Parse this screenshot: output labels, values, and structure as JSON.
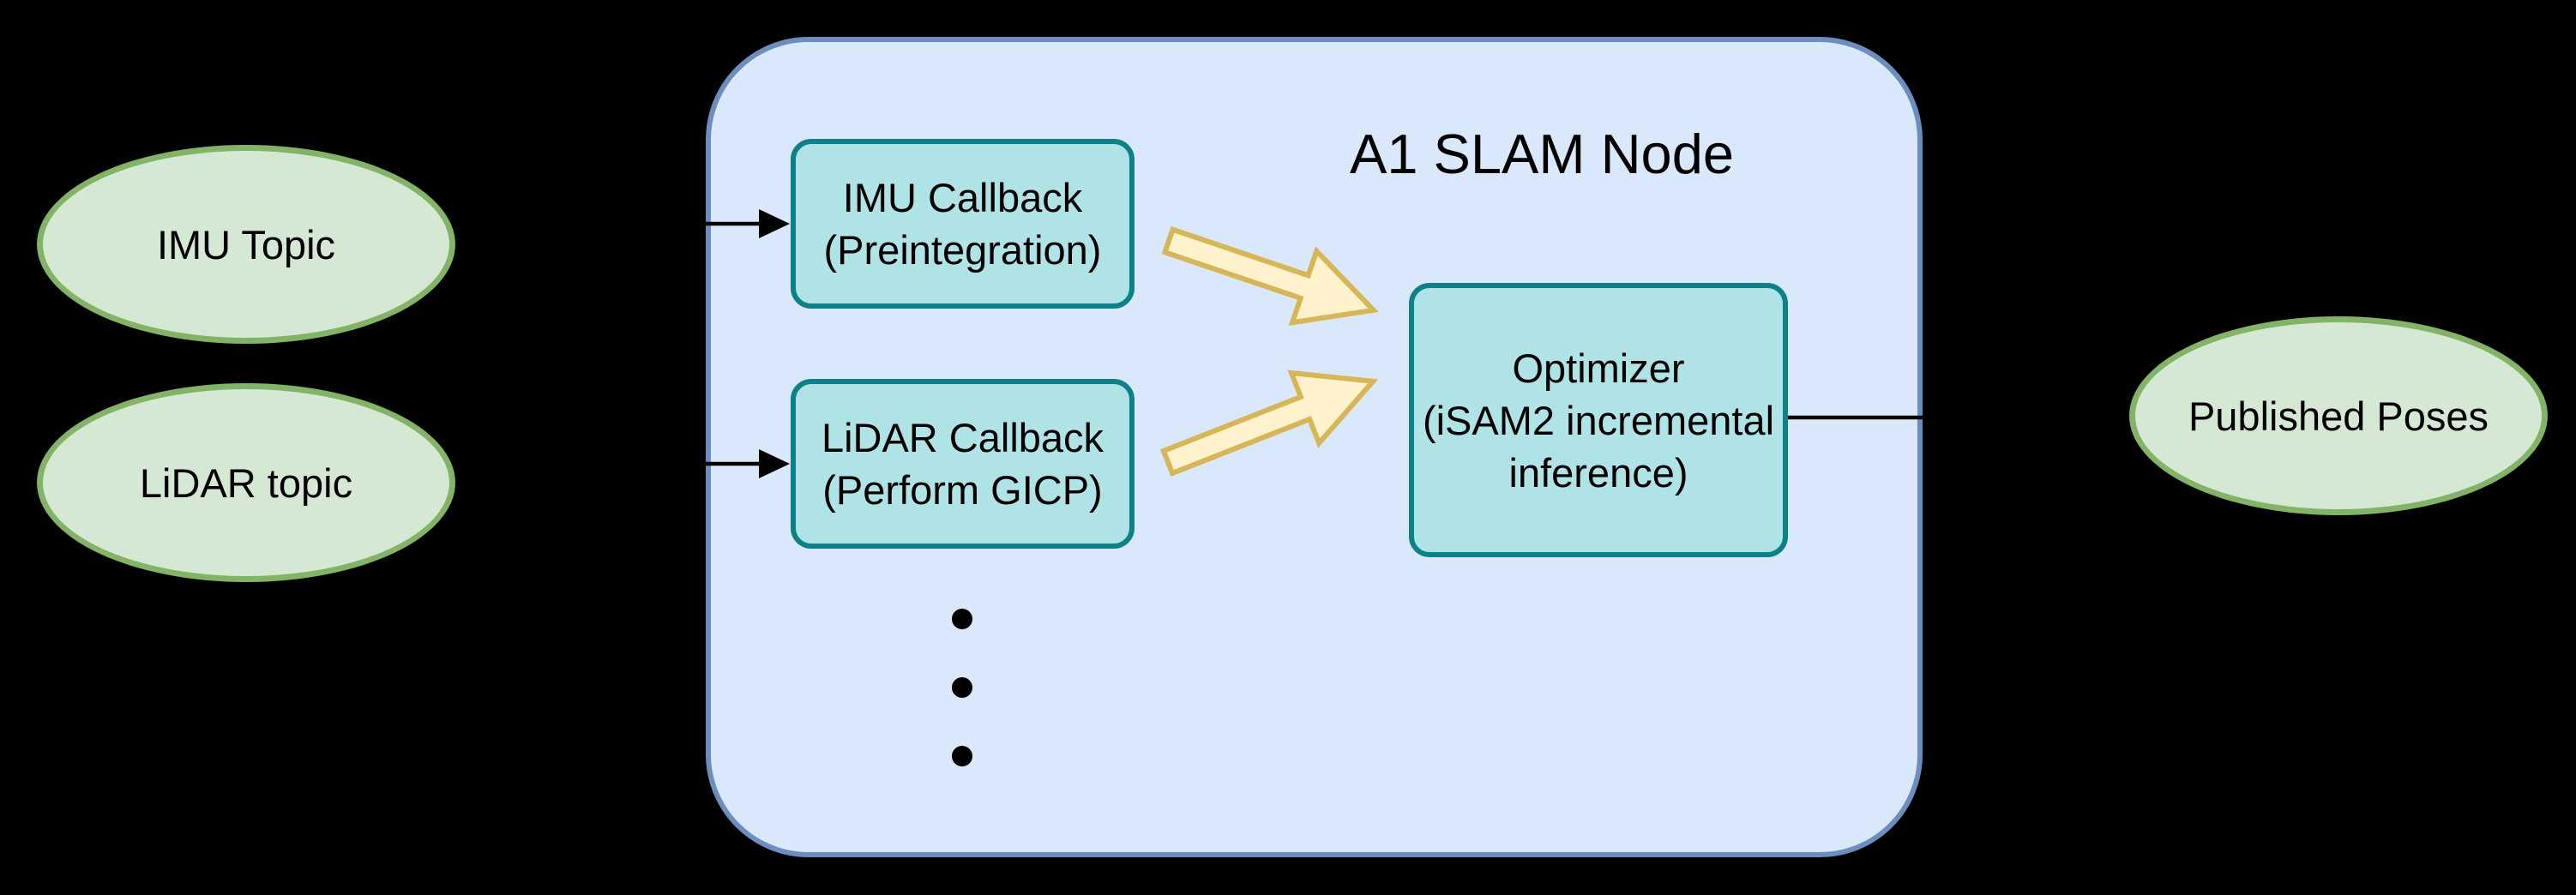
{
  "diagram": {
    "title": "A1 SLAM Node",
    "inputs": [
      {
        "label": "IMU Topic"
      },
      {
        "label": "LiDAR topic"
      }
    ],
    "output": {
      "label": "Published Poses"
    },
    "slam_node": {
      "imu_callback": {
        "line1": "IMU Callback",
        "line2": "(Preintegration)"
      },
      "lidar_callback": {
        "line1": "LiDAR Callback",
        "line2": "(Perform GICP)"
      },
      "optimizer": {
        "line1": "Optimizer",
        "line2": "(iSAM2 incremental",
        "line3": "inference)"
      },
      "ellipsis_dot_count": 3
    },
    "colors": {
      "background": "#000000",
      "container_fill": "#dae8fc",
      "container_stroke": "#6c8ebf",
      "callback_fill": "#b0e3e6",
      "callback_stroke": "#0e8088",
      "topic_fill": "#d5e8d4",
      "topic_stroke": "#82b366",
      "flow_arrow_fill": "#fff2cc",
      "flow_arrow_stroke": "#d6b656",
      "connector_color": "#000000",
      "text_color": "#000000"
    }
  }
}
